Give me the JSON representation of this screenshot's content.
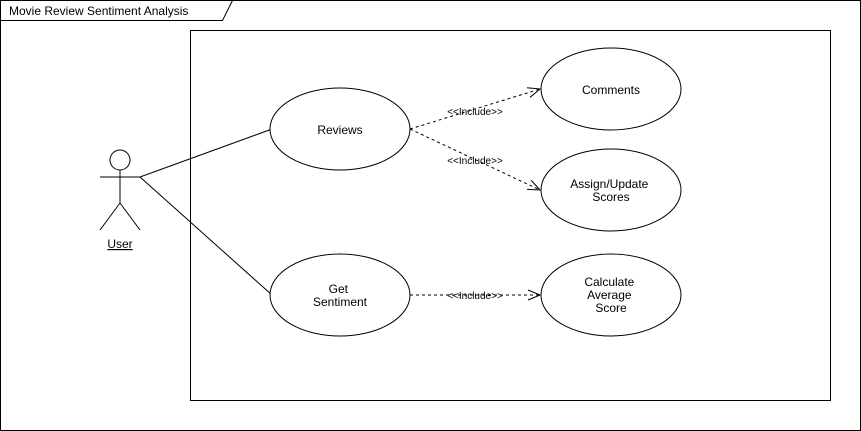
{
  "frame": {
    "title": "Movie Review Sentiment Analysis"
  },
  "actor": {
    "label": "User"
  },
  "use_cases": {
    "reviews": [
      "Reviews"
    ],
    "comments": [
      "Comments"
    ],
    "assign_update_scores": [
      "Assign/Update",
      "Scores"
    ],
    "get_sentiment": [
      "Get",
      "Sentiment"
    ],
    "calculate_average_score": [
      "Calculate",
      "Average",
      "Score"
    ]
  },
  "relations": {
    "include_label": "<<Include>>"
  },
  "colors": {
    "line": "#000000",
    "background": "#ffffff"
  }
}
